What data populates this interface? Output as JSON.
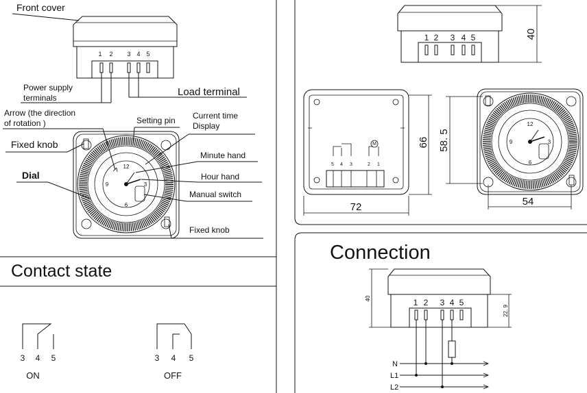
{
  "left_panel": {
    "front_cover": "Front cover",
    "terminal_numbers": [
      "1",
      "2",
      "3",
      "4",
      "5"
    ],
    "power_supply_line1": "Power supply",
    "power_supply_line2": "terminals",
    "load_terminal": "Load terminal",
    "arrow_line1": "Arrow (the direction",
    "arrow_line2": "of rotation )",
    "setting_pin": "Setting pin",
    "current_time_line1": "Current time",
    "current_time_line2": "Display",
    "fixed_knob_top": "Fixed knob",
    "minute_hand": "Minute hand",
    "dial": "Dial",
    "hour_hand": "Hour hand",
    "manual_switch": "Manual switch",
    "fixed_knob_bottom": "Fixed knob",
    "dial_numbers": {
      "n12": "12",
      "n3": "3",
      "n6": "6",
      "n9": "9"
    }
  },
  "contact_state": {
    "title": "Contact state",
    "on_terminals": [
      "3",
      "4",
      "5"
    ],
    "on_label": "ON",
    "off_terminals": [
      "3",
      "4",
      "5"
    ],
    "off_label": "OFF"
  },
  "dimensions": {
    "top_terminals": [
      "1",
      "2",
      "3",
      "4",
      "5"
    ],
    "height": "40",
    "back_terminals": [
      "5",
      "4",
      "3",
      "2",
      "1"
    ],
    "back_motor": "M",
    "height_66": "66",
    "width_72": "72",
    "height_58_5": "58. 5",
    "width_54": "54"
  },
  "connection": {
    "title": "Connection",
    "terminals": [
      "1",
      "2",
      "3",
      "4",
      "5"
    ],
    "height": "40",
    "height_22_9": "22. 9",
    "lines": [
      "N",
      "L1",
      "L2"
    ]
  }
}
